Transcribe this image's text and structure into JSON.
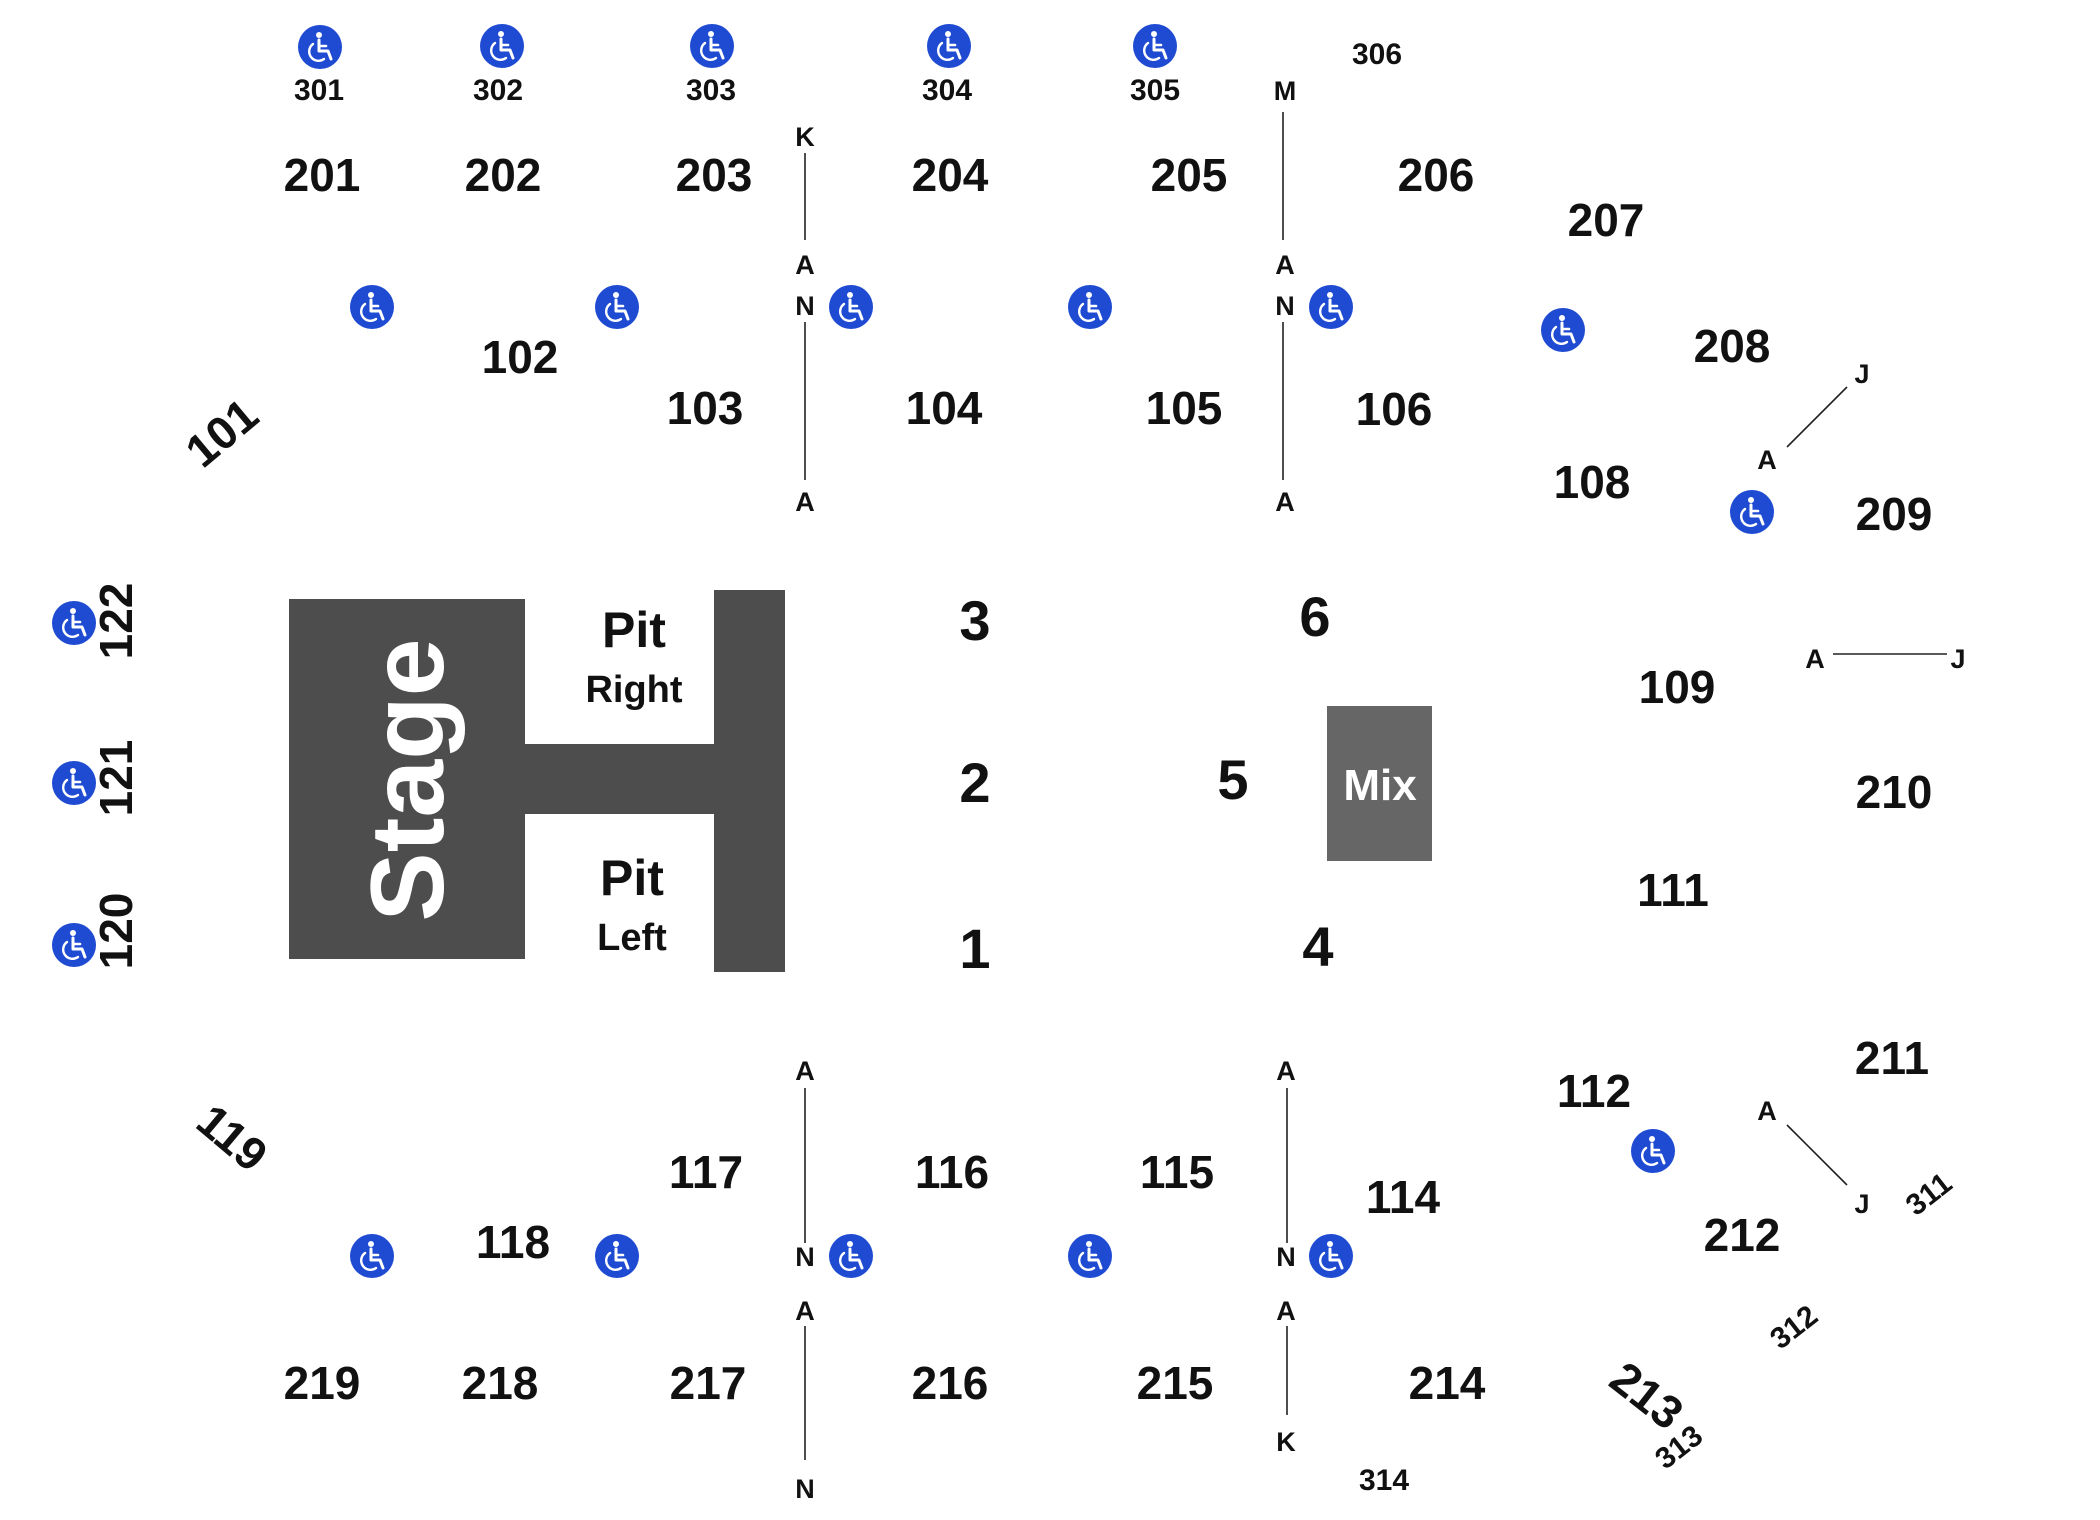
{
  "stage_label": "Stage",
  "pit_right": {
    "title": "Pit",
    "sub": "Right"
  },
  "pit_left": {
    "title": "Pit",
    "sub": "Left"
  },
  "mix_label": "Mix",
  "colors": {
    "structure": "#4d4d4d",
    "mix": "#666666",
    "accessible": "#1e4bd2",
    "text": "#111111"
  },
  "accessible_icon": "wheelchair-icon",
  "sections_300": {
    "s301": "301",
    "s302": "302",
    "s303": "303",
    "s304": "304",
    "s305": "305",
    "s306": "306",
    "s311": "311",
    "s312": "312",
    "s313": "313",
    "s314": "314"
  },
  "sections_200": {
    "s201": "201",
    "s202": "202",
    "s203": "203",
    "s204": "204",
    "s205": "205",
    "s206": "206",
    "s207": "207",
    "s208": "208",
    "s209": "209",
    "s210": "210",
    "s211": "211",
    "s212": "212",
    "s213": "213",
    "s214": "214",
    "s215": "215",
    "s216": "216",
    "s217": "217",
    "s218": "218",
    "s219": "219"
  },
  "sections_100": {
    "s101": "101",
    "s102": "102",
    "s103": "103",
    "s104": "104",
    "s105": "105",
    "s106": "106",
    "s108": "108",
    "s109": "109",
    "s111": "111",
    "s112": "112",
    "s114": "114",
    "s115": "115",
    "s116": "116",
    "s117": "117",
    "s118": "118",
    "s119": "119",
    "s120": "120",
    "s121": "121",
    "s122": "122"
  },
  "floor": {
    "f1": "1",
    "f2": "2",
    "f3": "3",
    "f4": "4",
    "f5": "5",
    "f6": "6"
  },
  "rows": {
    "a": "A",
    "j": "J",
    "k": "K",
    "m": "M",
    "n": "N"
  }
}
